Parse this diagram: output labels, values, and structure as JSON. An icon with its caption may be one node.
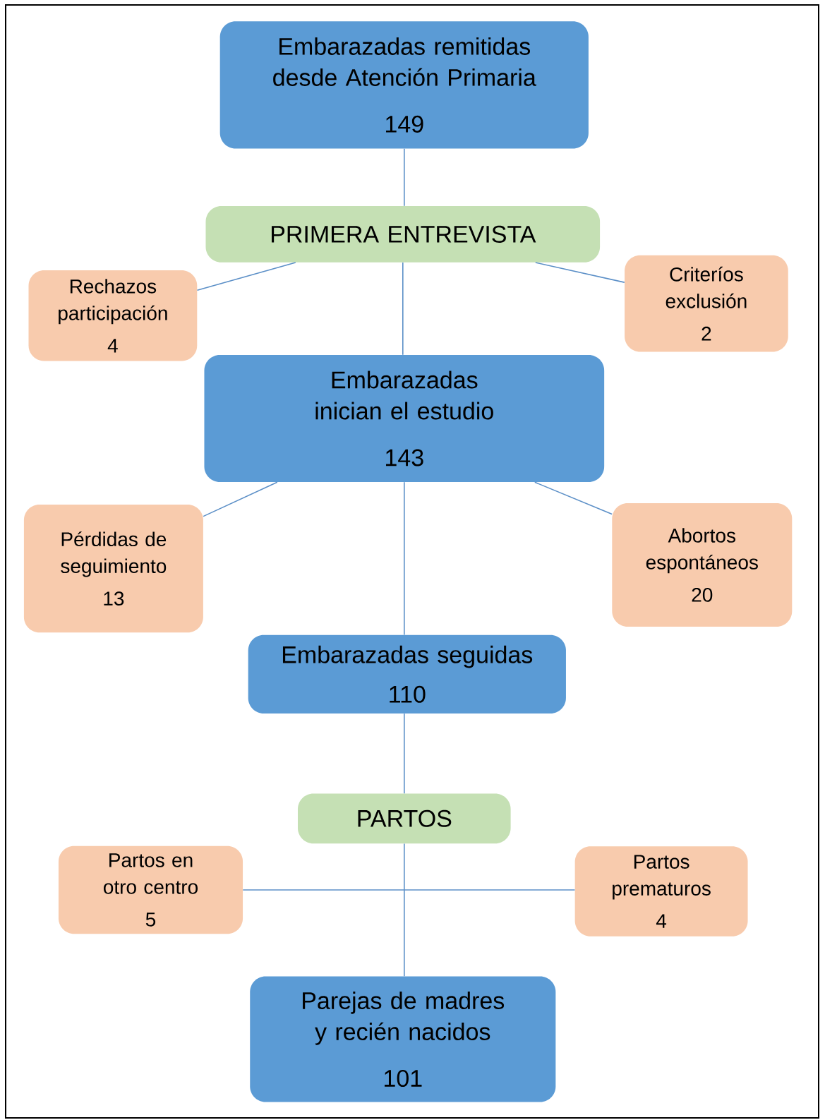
{
  "diagram": {
    "nodes": [
      {
        "text": [
          "Embarazadas remitidas desde Atención Primaria",
          "149"
        ]
      },
      {
        "text": [
          "PRIMERA ENTREVISTA"
        ]
      },
      {
        "text": [
          "Rechazos participación",
          "4"
        ]
      },
      {
        "text": [
          "Criteríos exclusión",
          "2"
        ]
      },
      {
        "text": [
          "Embarazadas inician el estudio",
          "143"
        ]
      },
      {
        "text": [
          "Pérdidas de seguimiento",
          "13"
        ]
      },
      {
        "text": [
          "Abortos espontáneos",
          "20"
        ]
      },
      {
        "text": [
          "Embarazadas seguidas",
          "110"
        ]
      },
      {
        "text": [
          "PARTOS"
        ]
      },
      {
        "text": [
          "Partos en otro centro",
          "5"
        ]
      },
      {
        "text": [
          "Partos prematuros",
          "4"
        ]
      },
      {
        "text": [
          "Parejas de madres y recién nacidos",
          "101"
        ]
      }
    ],
    "edges": [
      {
        "from": 0,
        "to": 1,
        "arrow": "none"
      },
      {
        "from": 1,
        "to": 2,
        "arrow": "none"
      },
      {
        "from": 1,
        "to": 3,
        "arrow": "none"
      },
      {
        "from": 1,
        "to": 4,
        "arrow": "none"
      },
      {
        "from": 4,
        "to": 5,
        "arrow": "none"
      },
      {
        "from": 4,
        "to": 6,
        "arrow": "none"
      },
      {
        "from": 4,
        "to": 7,
        "arrow": "none"
      },
      {
        "from": 7,
        "to": 8,
        "arrow": "none"
      },
      {
        "from": 9,
        "to": 10,
        "arrow": "none"
      },
      {
        "from": 8,
        "to": 11,
        "arrow": "none"
      }
    ]
  }
}
